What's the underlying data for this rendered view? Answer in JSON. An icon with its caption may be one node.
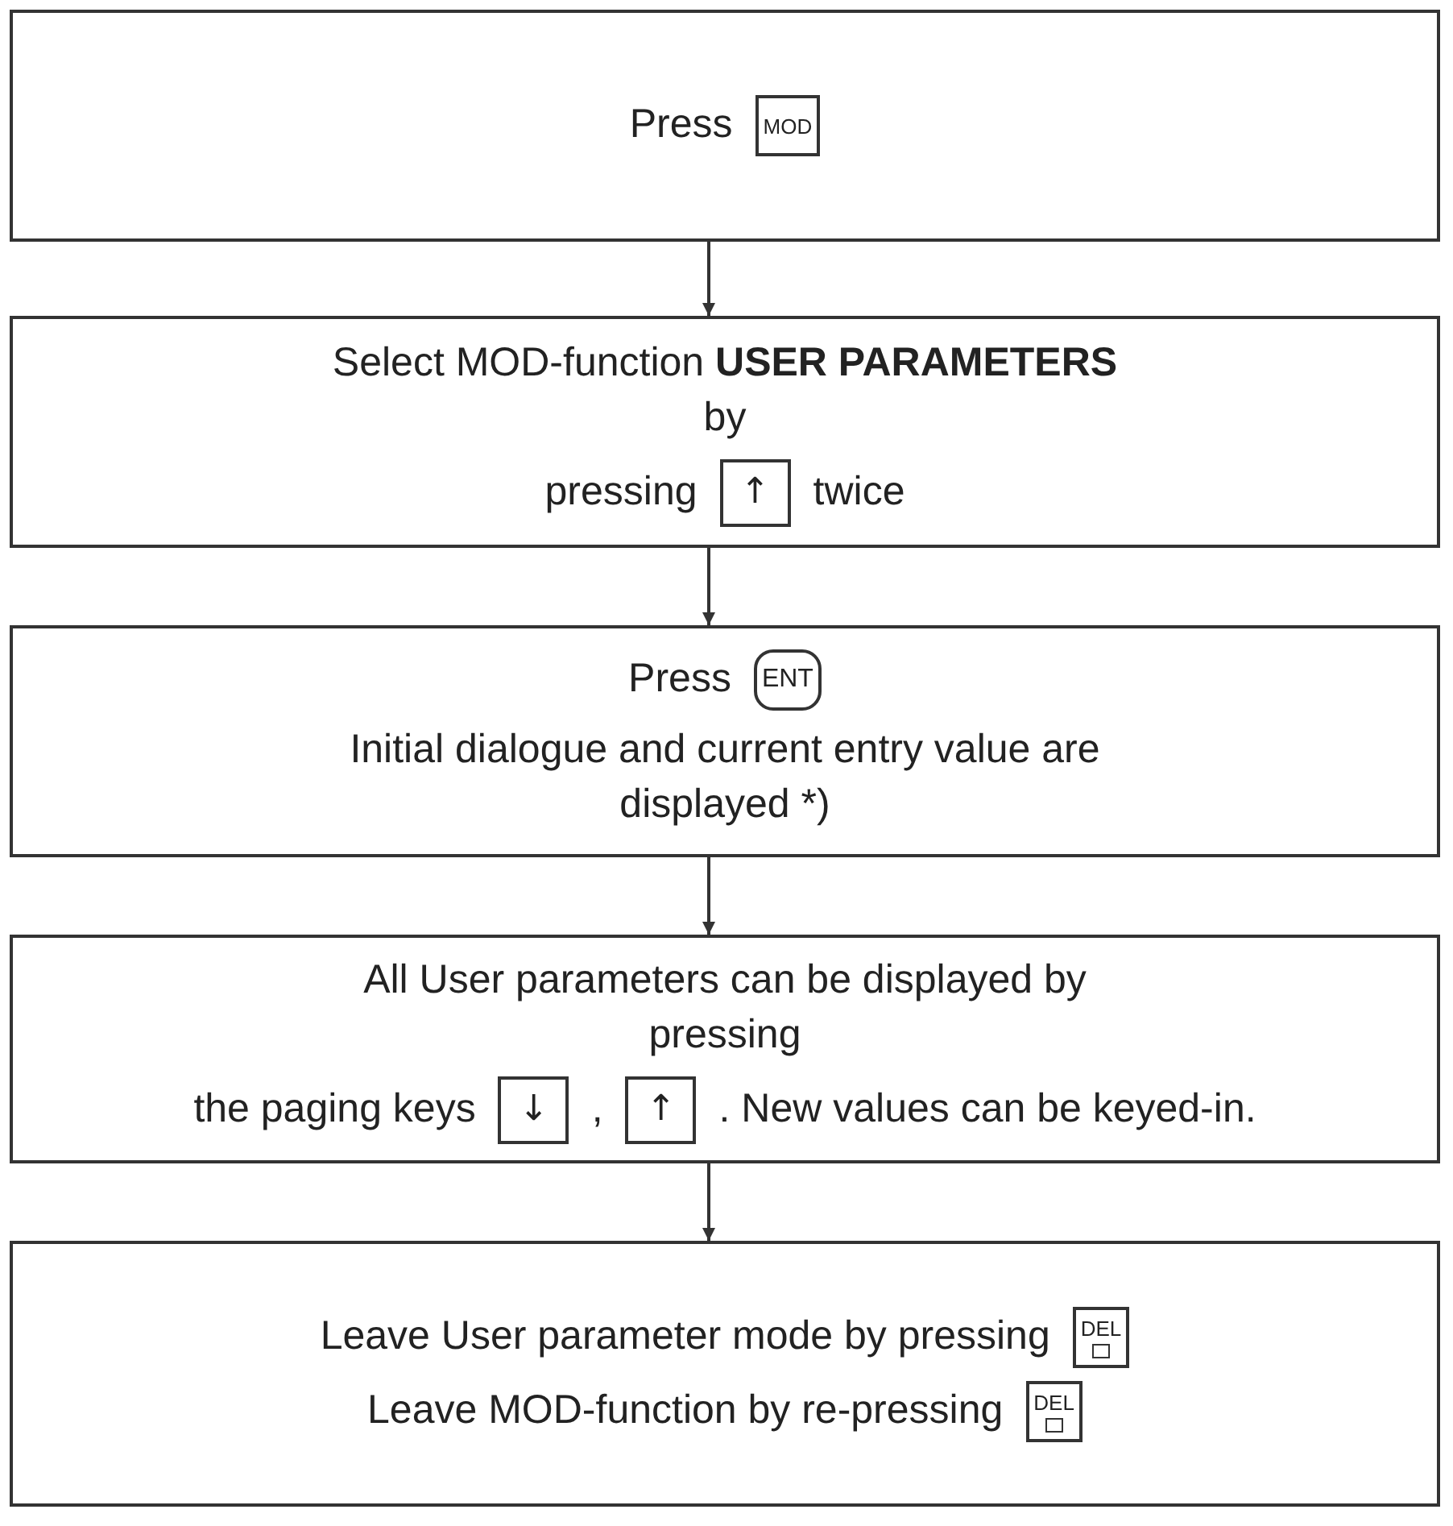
{
  "diagram": {
    "nodes": [
      {
        "text": [
          "Press"
        ]
      },
      {
        "text": [
          "MOD"
        ],
        "in": 0
      },
      {
        "text": [
          "Select MOD-function **USER PARAMETERS** by",
          "pressing",
          "twice"
        ]
      },
      {
        "text": [
          "↑"
        ],
        "in": 2
      },
      {
        "text": [
          "Press",
          "Initial dialogue and current entry value are displayed *)"
        ]
      },
      {
        "text": [
          "ENT"
        ],
        "in": 4
      },
      {
        "text": [
          "All User parameters can be displayed by pressing",
          "the paging keys",
          ",",
          ". New values can be keyed-in."
        ]
      },
      {
        "text": [
          "↓"
        ],
        "in": 6
      },
      {
        "text": [
          "↑"
        ],
        "in": 6
      },
      {
        "text": [
          "Leave User parameter mode by pressing",
          "Leave MOD-function by re-pressing"
        ]
      },
      {
        "text": [
          "DEL"
        ],
        "in": 9
      },
      {
        "text": [
          "DEL"
        ],
        "in": 9
      }
    ],
    "edges": [
      {
        "from": 0,
        "to": 2,
        "arrow": "to"
      },
      {
        "from": 2,
        "to": 4,
        "arrow": "to"
      },
      {
        "from": 4,
        "to": 6,
        "arrow": "to"
      },
      {
        "from": 6,
        "to": 9,
        "arrow": "to"
      }
    ]
  }
}
